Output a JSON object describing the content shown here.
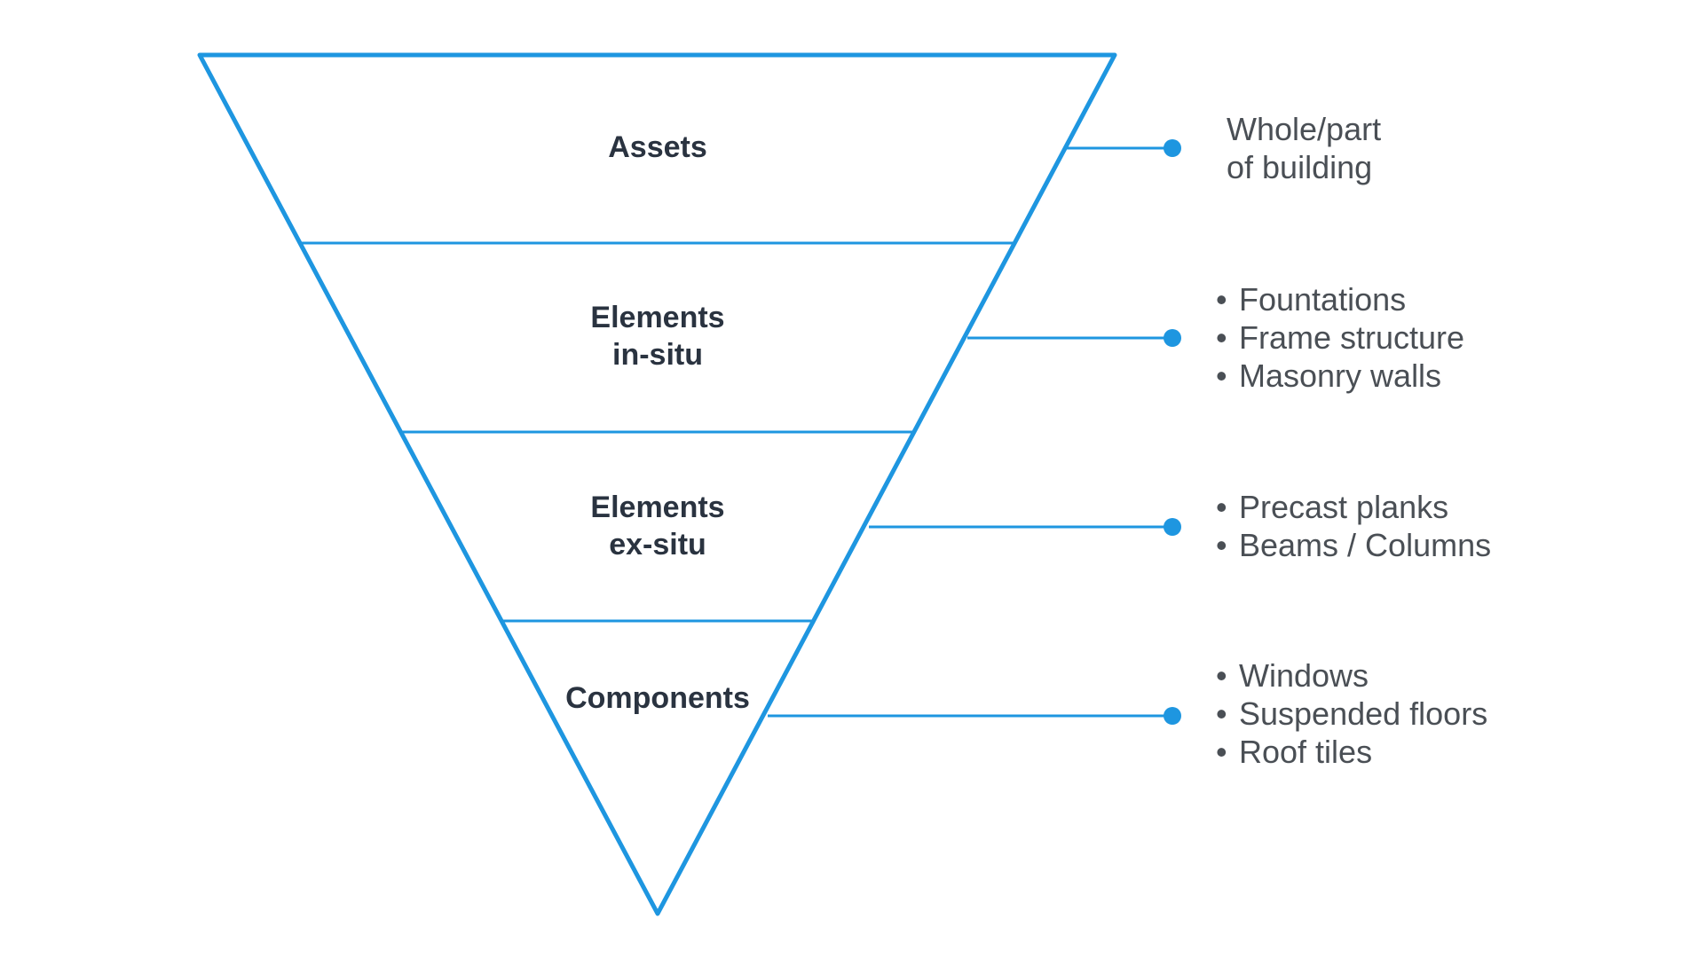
{
  "colors": {
    "line": "#1e96e0",
    "dot": "#1e96e0",
    "label_text": "#2a3340",
    "description_text": "#4a4f55",
    "background": "#ffffff"
  },
  "levels": [
    {
      "label_lines": [
        "Assets"
      ],
      "description_type": "text",
      "description_lines": [
        "Whole/part",
        "of building"
      ]
    },
    {
      "label_lines": [
        "Elements",
        "in-situ"
      ],
      "description_type": "bullets",
      "description_lines": [
        "Fountations",
        "Frame structure",
        "Masonry walls"
      ]
    },
    {
      "label_lines": [
        "Elements",
        "ex-situ"
      ],
      "description_type": "bullets",
      "description_lines": [
        "Precast planks",
        "Beams / Columns"
      ]
    },
    {
      "label_lines": [
        "Components"
      ],
      "description_type": "bullets",
      "description_lines": [
        "Windows",
        "Suspended floors",
        "Roof tiles"
      ]
    }
  ]
}
